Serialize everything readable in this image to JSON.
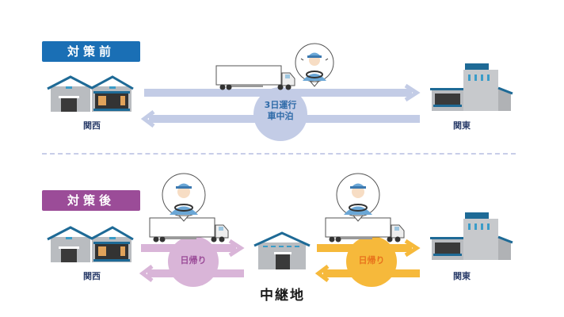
{
  "colors": {
    "before_badge": "#1a6fb5",
    "after_badge": "#9b4c98",
    "before_flow": "#c3cce6",
    "after_flow_left": "#d9b5d8",
    "after_flow_right": "#f6b93b",
    "divider": "#c8cde8",
    "label_text": "#2c3e6b",
    "roof": "#1e6a96"
  },
  "before": {
    "badge": "対策前",
    "origin_label": "関西",
    "destination_label": "関東",
    "circle_line1": "3日運行",
    "circle_line2": "車中泊",
    "driver_mood": "tired"
  },
  "after": {
    "badge": "対策後",
    "origin_label": "関西",
    "destination_label": "関東",
    "relay_label": "中継地",
    "left_circle": "日帰り",
    "right_circle": "日帰り",
    "driver_mood": "happy"
  }
}
